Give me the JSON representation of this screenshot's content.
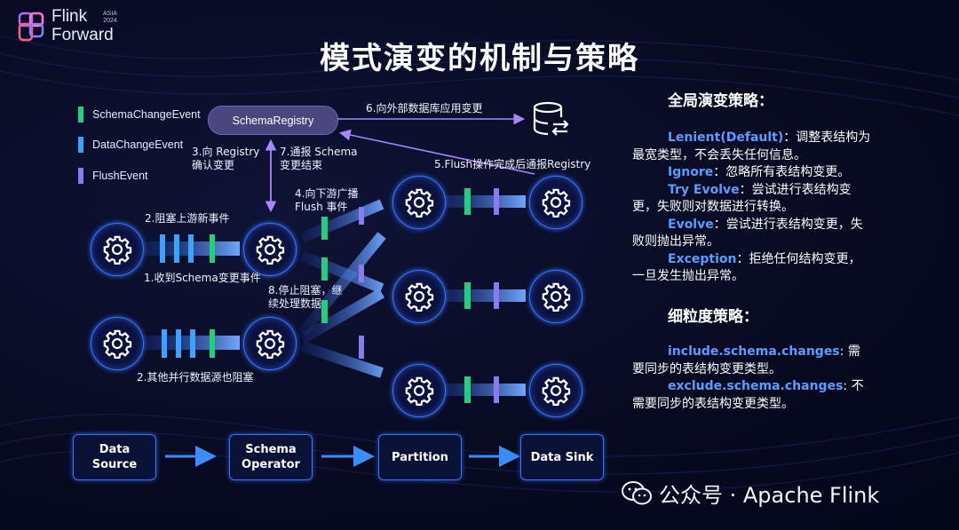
{
  "logo": {
    "line1": "Flink",
    "line2": "Forward",
    "badge_top": "ASIA",
    "badge_year": "2024"
  },
  "title": "模式演变的机制与策略",
  "legend": [
    {
      "label": "SchemaChangeEvent",
      "color": "#21d07a"
    },
    {
      "label": "DataChangeEvent",
      "color": "#3aa2ff"
    },
    {
      "label": "FlushEvent",
      "color": "#8a7cf0"
    }
  ],
  "registry_label": "SchemaRegistry",
  "notes": {
    "n1": "1.收到Schema变更事件",
    "n2a": "2.阻塞上游新事件",
    "n2b": "2.其他并行数据源也阻塞",
    "n3": "3.向 Registry\n确认变更",
    "n4": "4.向下游广播\nFlush 事件",
    "n5": "5.Flush操作完成后通报Registry",
    "n6": "6.向外部数据库应用变更",
    "n7": "7.通报 Schema\n变更结束",
    "n8": "8.停止阻塞，继\n续处理数据"
  },
  "flow": [
    {
      "label": "Data\nSource"
    },
    {
      "label": "Schema\nOperator"
    },
    {
      "label": "Partition"
    },
    {
      "label": "Data Sink"
    }
  ],
  "side": {
    "global_title": "全局演变策略：",
    "global": [
      {
        "kw": "Lenient(Default)",
        "text": "：调整表结构为最宽类型，不会丢失任何信息。"
      },
      {
        "kw": "Ignore",
        "text": "：忽略所有表结构变更。"
      },
      {
        "kw": "Try Evolve",
        "text": "：尝试进行表结构变更，失败则对数据进行转换。"
      },
      {
        "kw": "Evolve",
        "text": "：尝试进行表结构变更，失败则抛出异常。"
      },
      {
        "kw": "Exception",
        "text": "：拒绝任何结构变更，一旦发生抛出异常。"
      }
    ],
    "fine_title": "细粒度策略：",
    "fine": [
      {
        "kw": "include.schema.changes",
        "text": ": 需要同步的表结构变更类型。"
      },
      {
        "kw": "exclude.schema.changes",
        "text": ": 不需要同步的表结构变更类型。"
      }
    ]
  },
  "watermark": "公众号 · Apache Flink",
  "colors": {
    "accent": "#3a74ff",
    "schema_event": "#21d07a",
    "data_event": "#3aa2ff",
    "flush_event": "#8a7cf0",
    "keyword": "#5a9cff"
  }
}
